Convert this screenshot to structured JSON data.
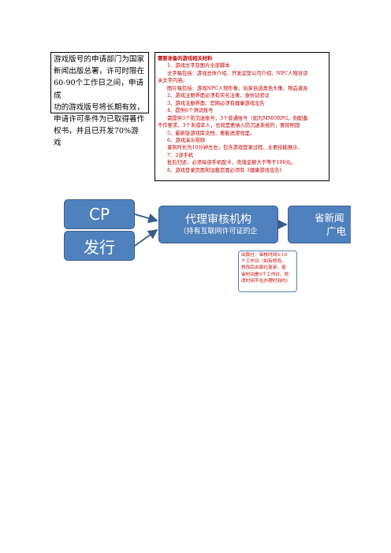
{
  "left_note": {
    "lines": [
      "游戏版号的申请部门为国家",
      "新闻出版总署，许可时限在",
      "60-90个工作日之间，申请成",
      "功的游戏版号将长期有效，",
      "申请许可条件为已取得著作",
      "权书，并且已开发70%游戏"
    ]
  },
  "materials": {
    "title": "需要准备的游戏相关材料",
    "lines": [
      "1、游戏文字及图片全部脚本",
      "文字稿包括：游戏总体介绍、开发运营公司介绍、NPC人物对话",
      "关文字内容。",
      "图片稿包括：游戏NPC人物形象、玩家自选角色头像、物品道具",
      "2、游戏注册界面必须有实名注册、身份证验证",
      "3、游戏注册界面、官网必须有健康游戏忠告",
      "4、提供6个测试账号",
      "需提供3个防沉迷账号，3个普通账号（如为MMORPG，则配备",
      "不作要求，3个未成年人，也就是要纳入防沉迷系统的，要按照国",
      "5、最新版游戏库文档，要能进游戏里。",
      "6、游戏演示视频",
      "录制时长为10分钟左右，包含游戏登录过程、主要技能展示、",
      "7、2部手机",
      "批后归还，必须每部手机配卡，充值金额大于等于100元。",
      "8、游戏登录页面和加载页面必须有《健康游戏忠告》"
    ]
  },
  "flow": {
    "cp": "CP",
    "publisher": "发行",
    "agency_title": "代理审核机构",
    "agency_sub": "（持有互联网许可证的企",
    "province_line1": "省新闻",
    "province_line2": "广电",
    "note_lines": [
      "出版社：审核时间5-10",
      "个工作日（如有修改，",
      "修改后出版社复审，复",
      "审时间是5个工作日，修",
      "改时间不在办理时间内）"
    ]
  },
  "colors": {
    "shape_fill": "#4f81bd",
    "shape_border": "#385d8a",
    "accent_red": "#c00000"
  }
}
